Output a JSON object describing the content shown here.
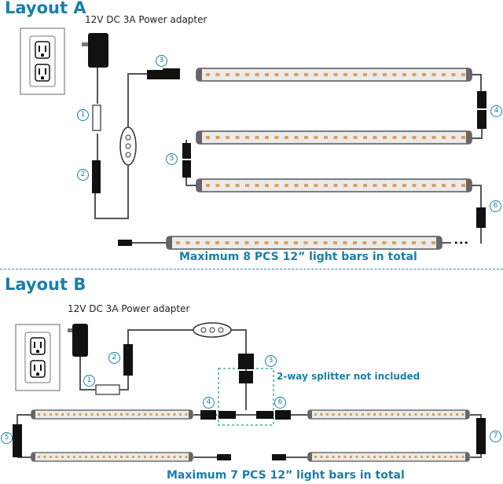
{
  "layout_a": {
    "title": "Layout A",
    "adapter_label": "12V DC 3A Power adapter",
    "caption": "Maximum 8 PCS 12” light bars in total",
    "markers": [
      "1",
      "2",
      "3",
      "4",
      "5",
      "6"
    ],
    "ellipsis": "•••"
  },
  "layout_b": {
    "title": "Layout B",
    "adapter_label": "12V DC 3A Power adapter",
    "splitter_note": "2-way splitter not included",
    "caption": "Maximum 7 PCS 12” light bars in total",
    "markers": [
      "1",
      "2",
      "3",
      "4",
      "5",
      "6",
      "7"
    ]
  },
  "colors": {
    "accent": "#1a7fa8",
    "led": "#d9a25a",
    "bar_body": "#e6e6e6",
    "cable": "#555555",
    "connector": "#111111"
  },
  "icons": {
    "outlet": "wall-outlet-icon",
    "adapter": "power-adapter-icon",
    "switch": "inline-switch-icon",
    "connector": "cable-connector-icon",
    "light_bar": "led-light-bar-icon"
  }
}
